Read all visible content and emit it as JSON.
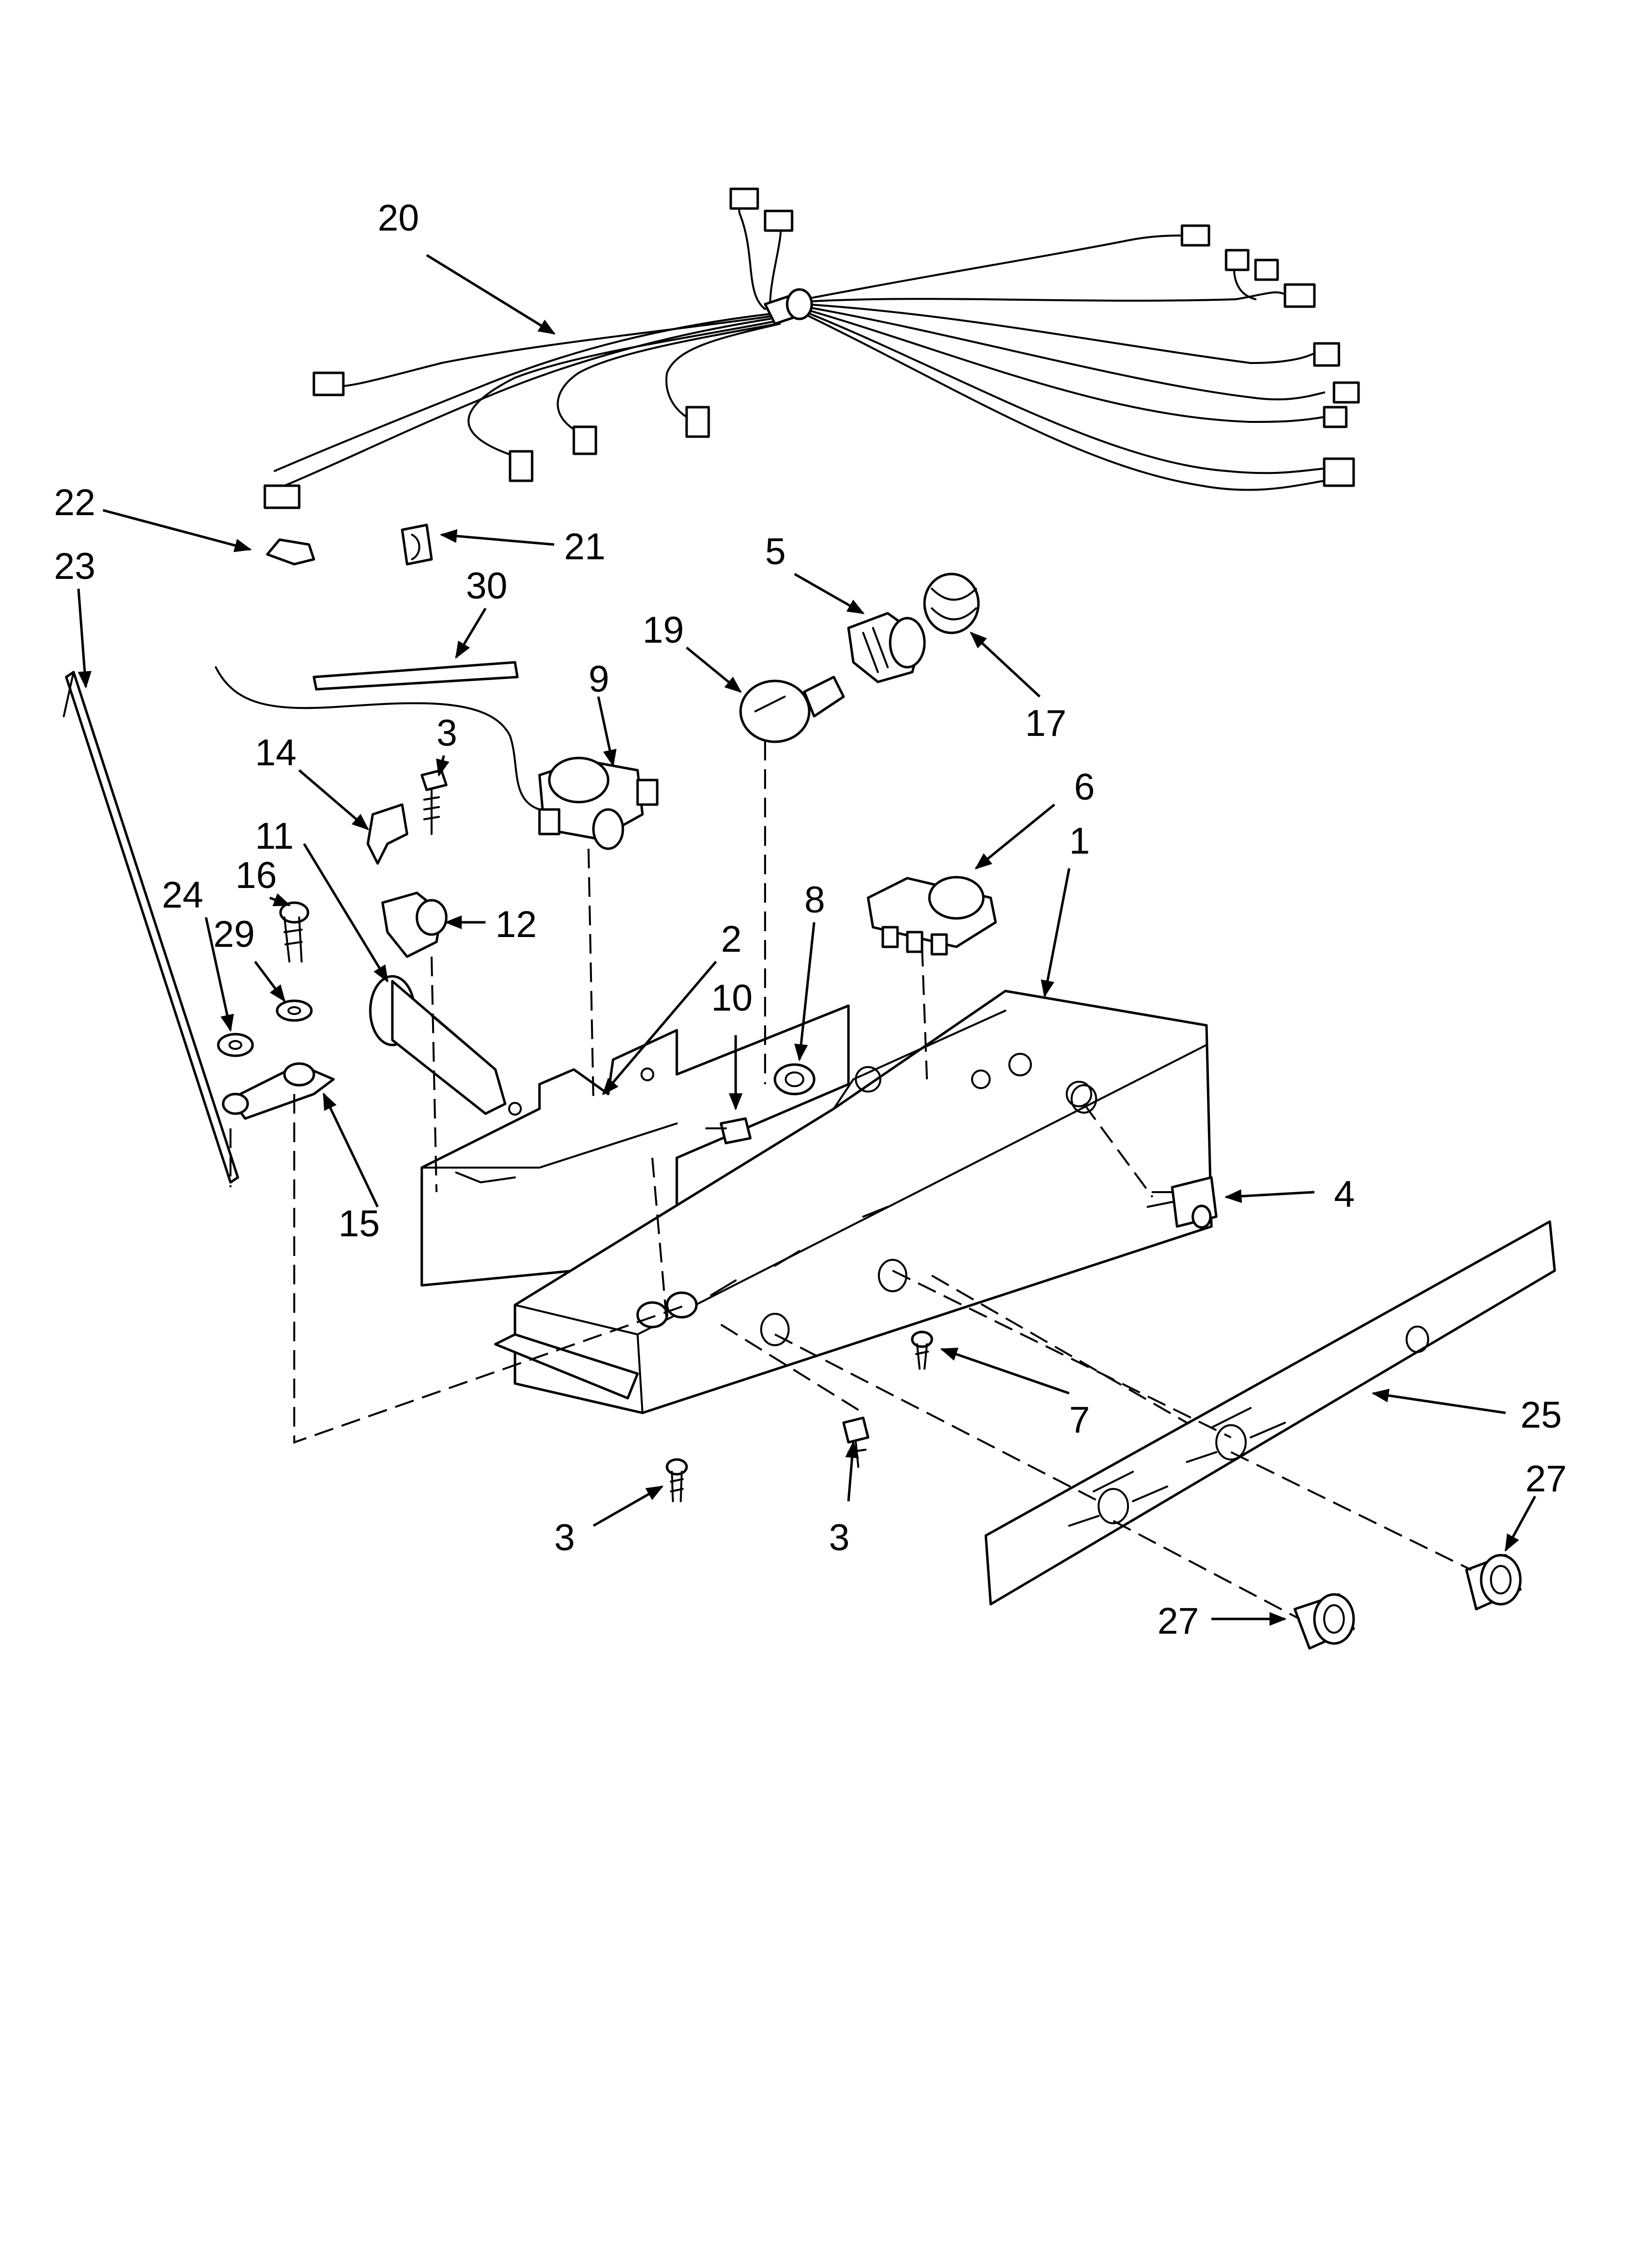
{
  "callouts": [
    {
      "id": "c20",
      "text": "20"
    },
    {
      "id": "c22",
      "text": "22"
    },
    {
      "id": "c21",
      "text": "21"
    },
    {
      "id": "c23",
      "text": "23"
    },
    {
      "id": "c30",
      "text": "30"
    },
    {
      "id": "c5",
      "text": "5"
    },
    {
      "id": "c19",
      "text": "19"
    },
    {
      "id": "c17",
      "text": "17"
    },
    {
      "id": "c9",
      "text": "9"
    },
    {
      "id": "c14",
      "text": "14"
    },
    {
      "id": "c3a",
      "text": "3"
    },
    {
      "id": "c6",
      "text": "6"
    },
    {
      "id": "c11",
      "text": "11"
    },
    {
      "id": "c1",
      "text": "1"
    },
    {
      "id": "c12",
      "text": "12"
    },
    {
      "id": "c16",
      "text": "16"
    },
    {
      "id": "c24",
      "text": "24"
    },
    {
      "id": "c29",
      "text": "29"
    },
    {
      "id": "c8",
      "text": "8"
    },
    {
      "id": "c2",
      "text": "2"
    },
    {
      "id": "c10",
      "text": "10"
    },
    {
      "id": "c15",
      "text": "15"
    },
    {
      "id": "c4",
      "text": "4"
    },
    {
      "id": "c7",
      "text": "7"
    },
    {
      "id": "c25",
      "text": "25"
    },
    {
      "id": "c27a",
      "text": "27"
    },
    {
      "id": "c3b",
      "text": "3"
    },
    {
      "id": "c3c",
      "text": "3"
    },
    {
      "id": "c27b",
      "text": "27"
    }
  ]
}
